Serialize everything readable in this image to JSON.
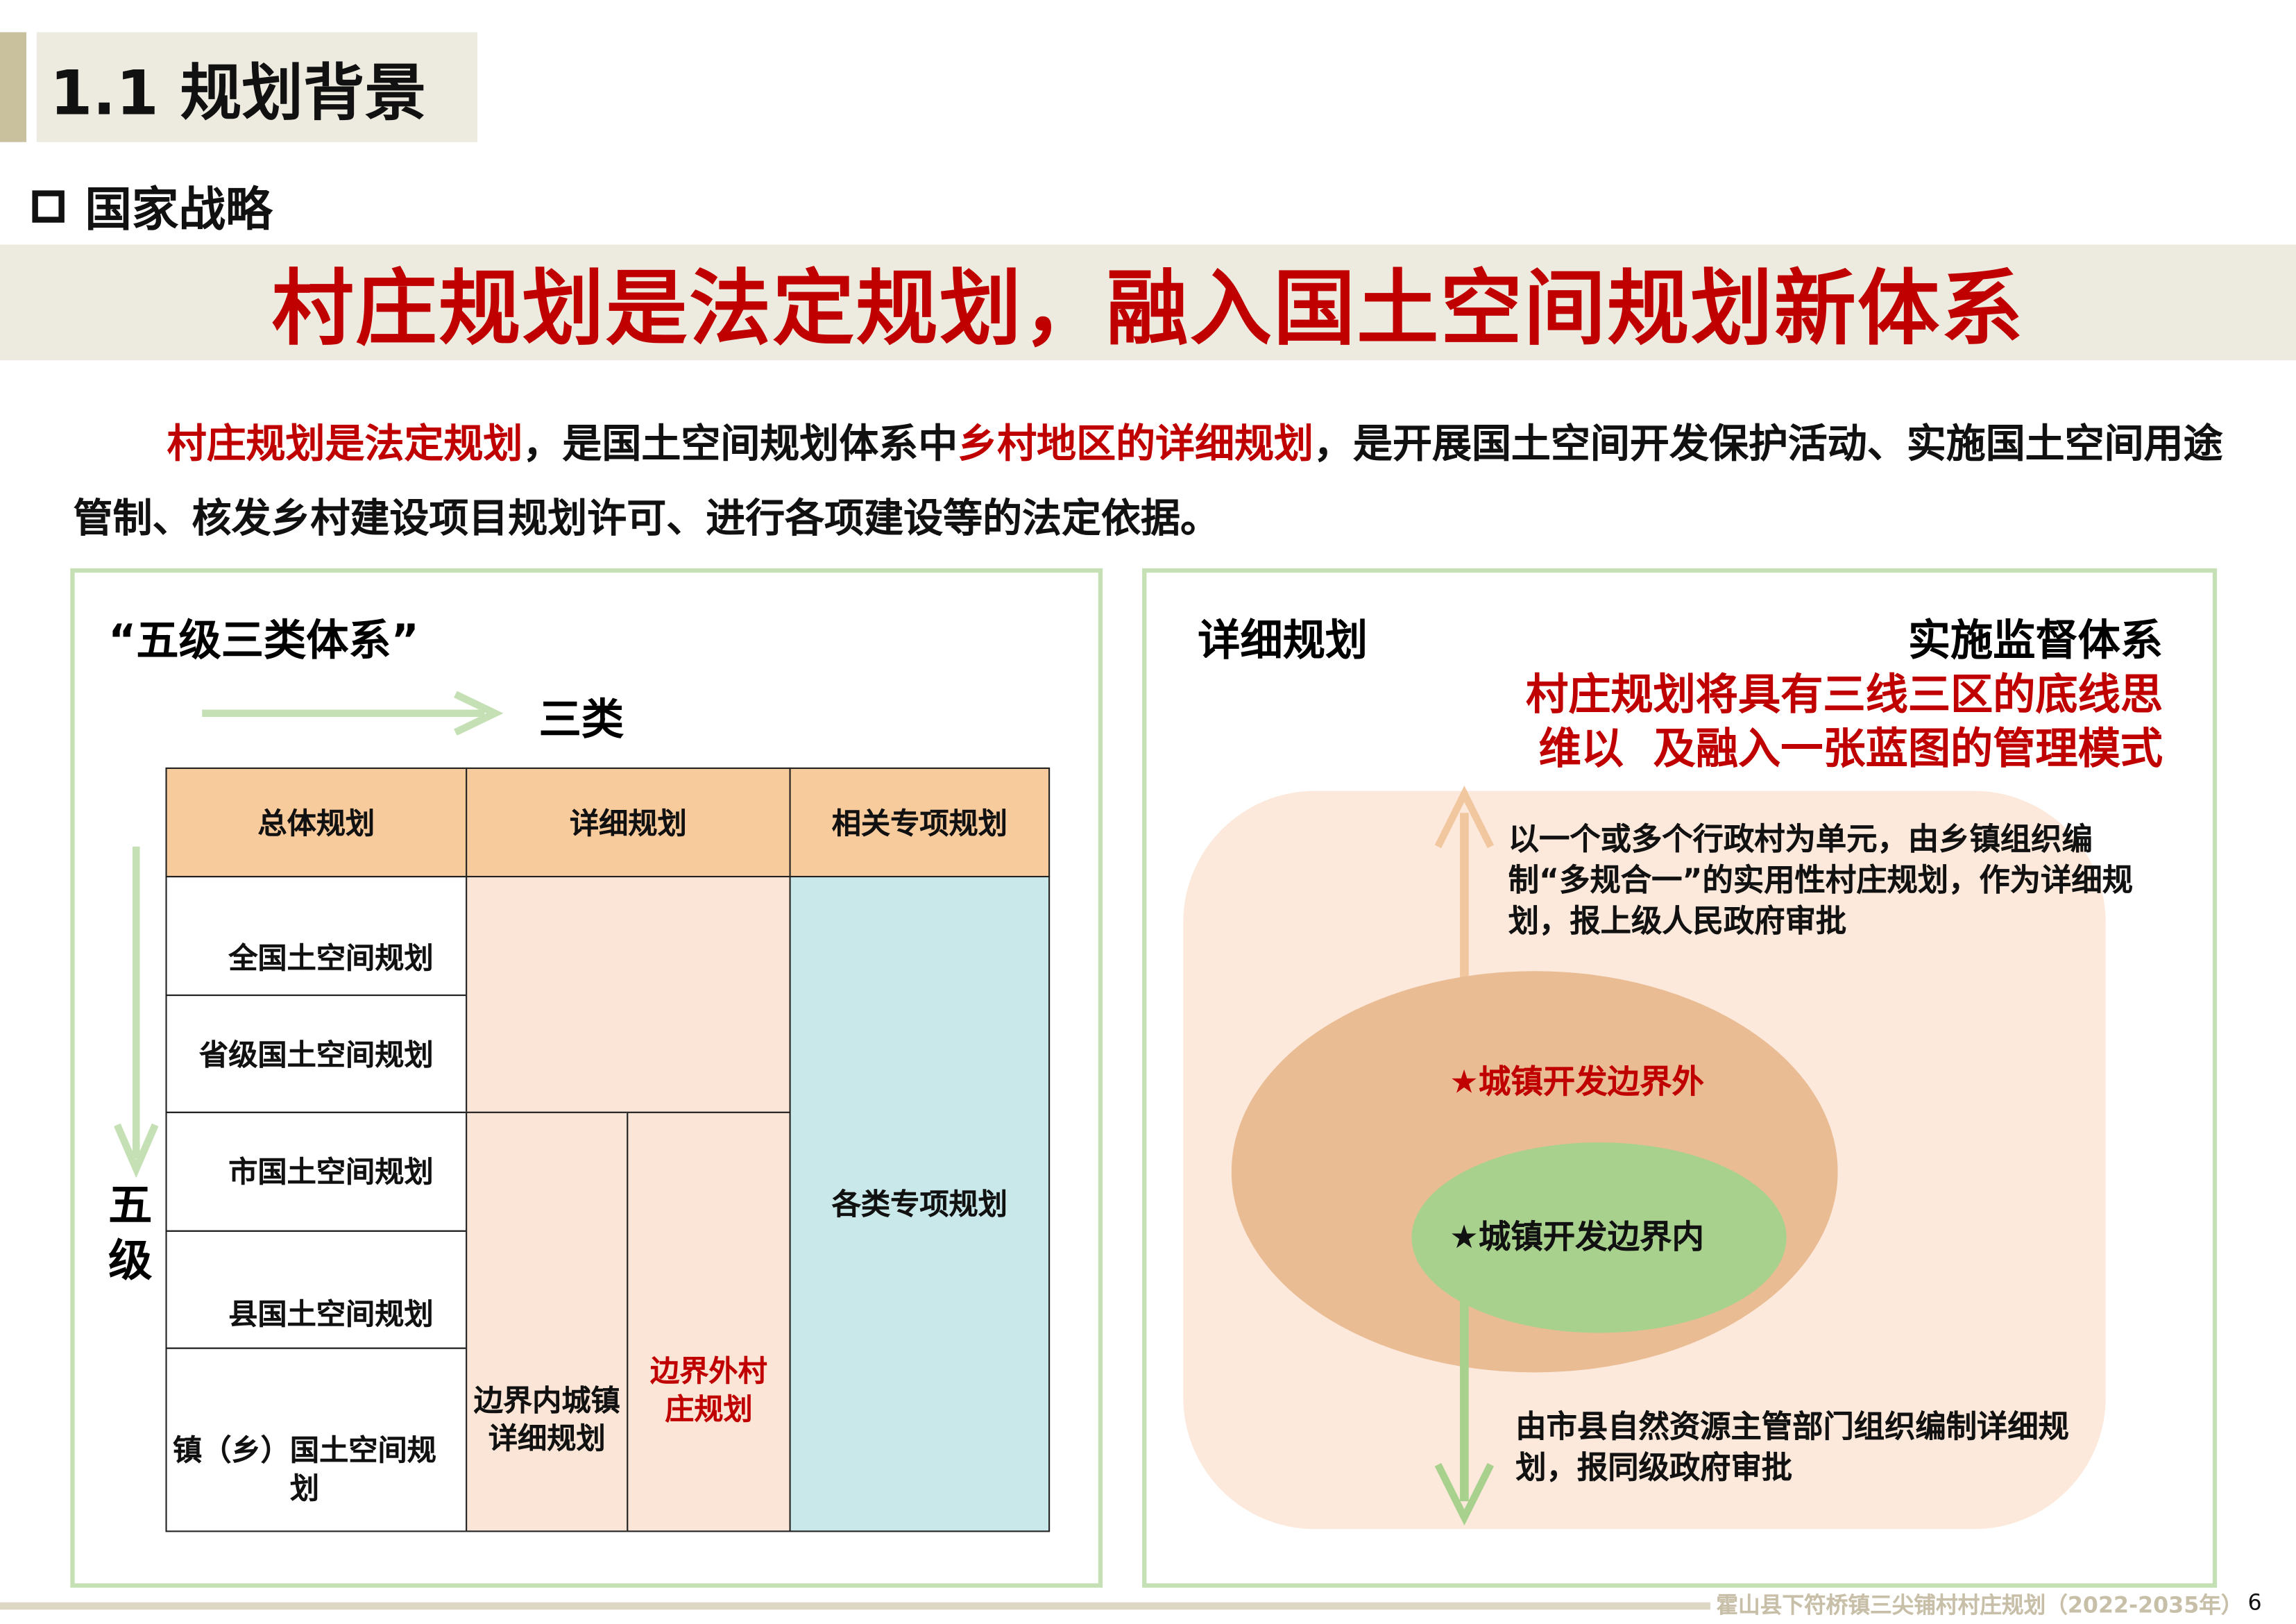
{
  "header": {
    "title": "1.1 规划背景",
    "section": "国家战略"
  },
  "banner": {
    "headline": "村庄规划是法定规划，融入国土空间规划新体系"
  },
  "intro": {
    "red1": "村庄规划是法定规划",
    "text1": "，是国土空间规划体系中",
    "red2": "乡村地区的详细规划",
    "text2": "，是开展国土空间开发保护活动、实施国土空间用途管制、核发乡村建设项目规划许可、进行各项建设等的法定依据。"
  },
  "left_panel": {
    "title": "“五级三类体系”",
    "three_types_label": "三类",
    "five_levels_label": "五级",
    "columns": [
      "总体规划",
      "详细规划",
      "相关专项规划"
    ],
    "levels": [
      "全国土空间规划",
      "省级国土空间规划",
      "市国土空间规划",
      "县国土空间规划",
      "镇（乡）国土空间规划"
    ],
    "detail_inside": "边界内城镇详细规划",
    "detail_outside": "边界外村庄规划",
    "special": "各类专项规划"
  },
  "right_panel": {
    "left_title": "详细规划",
    "right_title": "实施监督体系",
    "red_line1": "村庄规划将具有三线三区的底线思",
    "red_line2": "维以  及融入一张蓝图的管理模式",
    "outer_label": "★城镇开发边界外",
    "inner_label": "★城镇开发边界内",
    "upper_note": "以一个或多个行政村为单元，由乡镇组织编制“多规合一”的实用性村庄规划，作为详细规划，报上级人民政府审批",
    "lower_note": "由市县自然资源主管部门组织编制详细规划，报同级政府审批"
  },
  "footer": {
    "text": "霍山县下符桥镇三尖铺村村庄规划（2022-2035年）",
    "page": "6"
  },
  "colors": {
    "red": "#c00000",
    "orange": "#f8cb9c",
    "peach": "#fbe5d6",
    "cyan": "#c9e8e9",
    "green": "#a9d18e",
    "border": "#c5e0b4"
  }
}
